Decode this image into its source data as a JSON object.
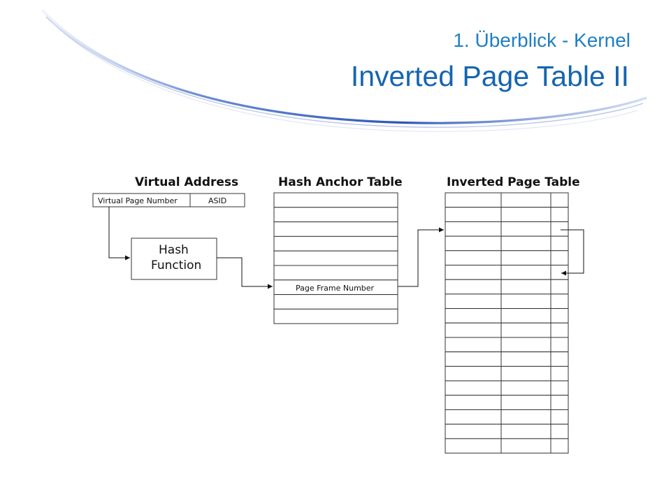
{
  "slide": {
    "subtitle": "1. Überblick - Kernel",
    "title": "Inverted Page Table II",
    "accent_colors": {
      "title": "#1565b0",
      "subtitle": "#1f7fc4",
      "swoosh": "#2c56b8"
    }
  },
  "diagram": {
    "virtual_address": {
      "heading": "Virtual Address",
      "fields": [
        "Virtual Page Number",
        "ASID"
      ]
    },
    "hash_function": {
      "line1": "Hash",
      "line2": "Function"
    },
    "hash_anchor_table": {
      "heading": "Hash Anchor Table",
      "highlighted_entry": "Page Frame Number"
    },
    "inverted_page_table": {
      "heading": "Inverted Page Table"
    }
  }
}
